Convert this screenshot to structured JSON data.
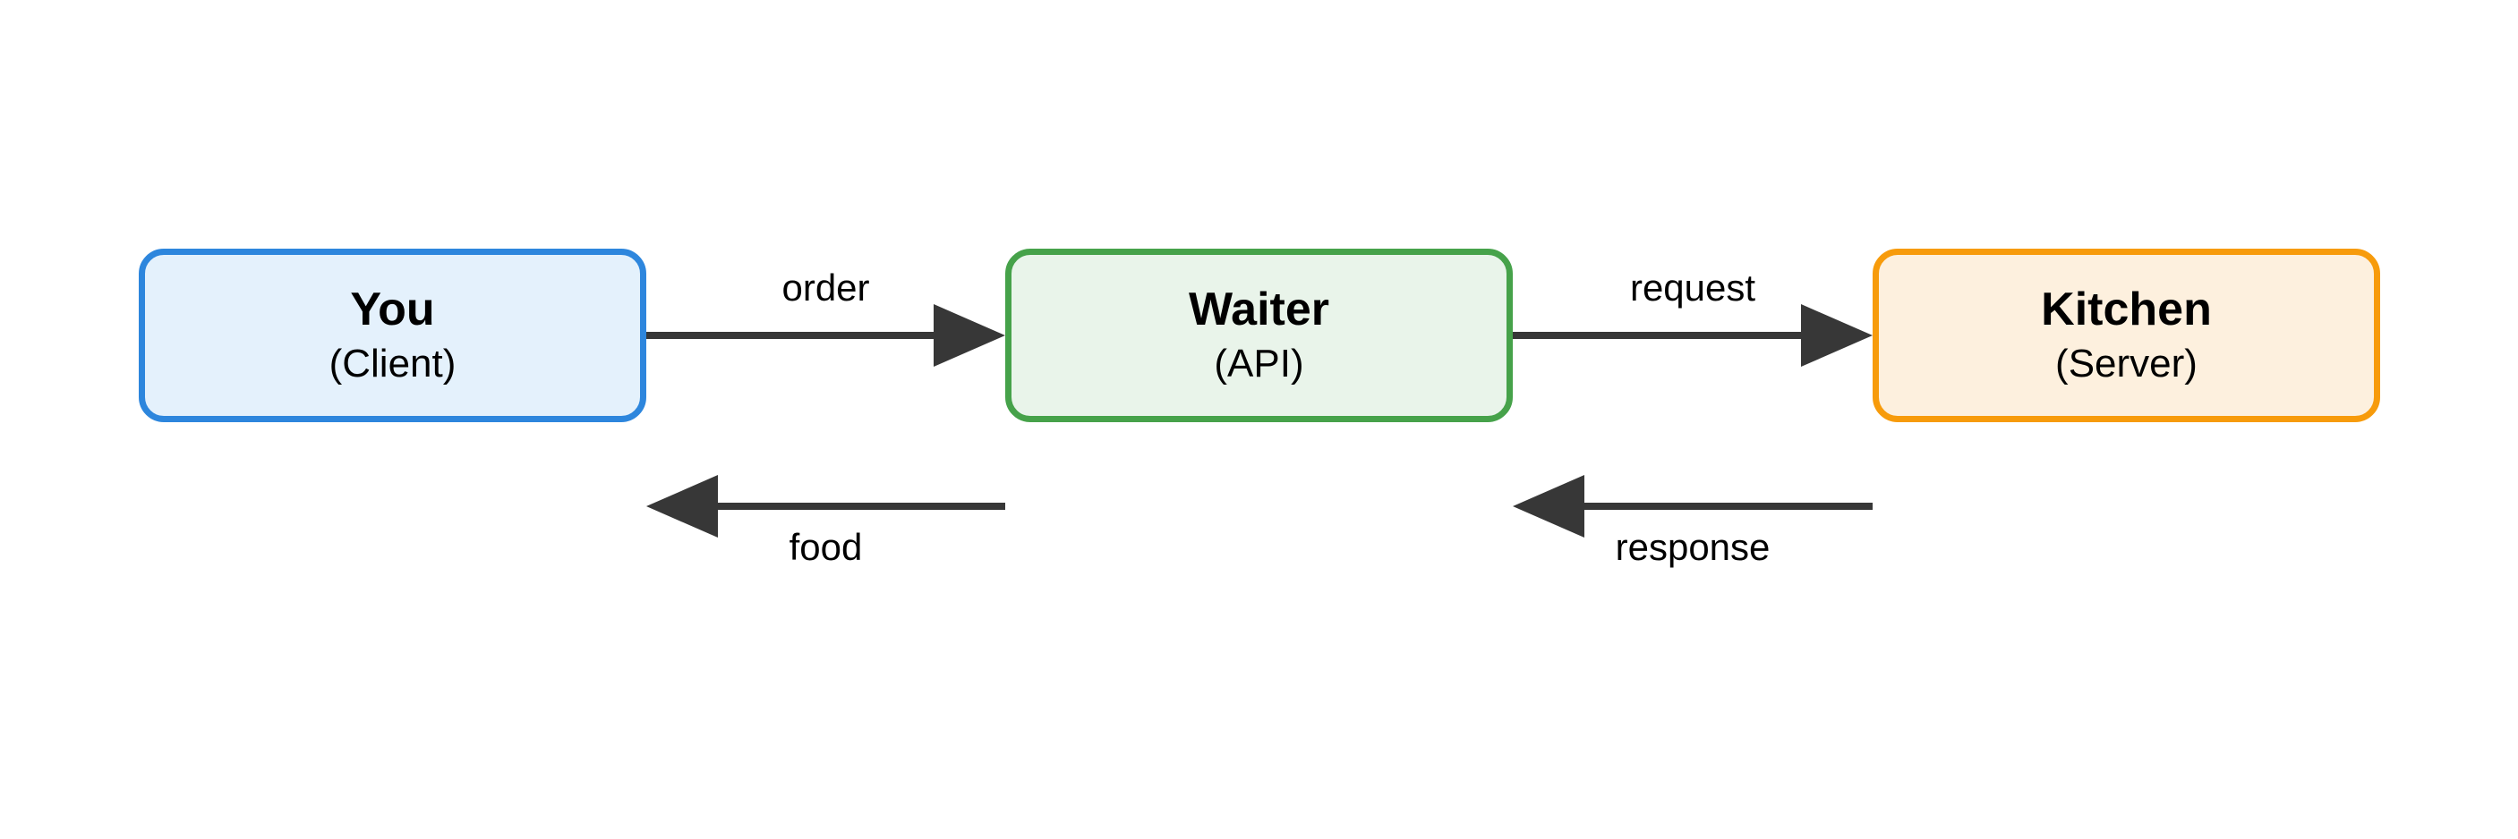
{
  "diagram": {
    "background_color": "#ffffff",
    "arrow_color": "#373737",
    "text_color": "#000000",
    "nodes": [
      {
        "title": "You",
        "subtitle": "(Client)",
        "border_color": "#2d86dd",
        "fill_color": "#e4f1fc"
      },
      {
        "title": "Waiter",
        "subtitle": "(API)",
        "border_color": "#46a24a",
        "fill_color": "#e9f4ea"
      },
      {
        "title": "Kitchen",
        "subtitle": "(Server)",
        "border_color": "#f79b0b",
        "fill_color": "#fdf0de"
      }
    ],
    "edges": [
      {
        "label": "order",
        "from": "You",
        "to": "Waiter",
        "direction": "right"
      },
      {
        "label": "request",
        "from": "Waiter",
        "to": "Kitchen",
        "direction": "right"
      },
      {
        "label": "food",
        "from": "Waiter",
        "to": "You",
        "direction": "left"
      },
      {
        "label": "response",
        "from": "Kitchen",
        "to": "Waiter",
        "direction": "left"
      }
    ]
  }
}
